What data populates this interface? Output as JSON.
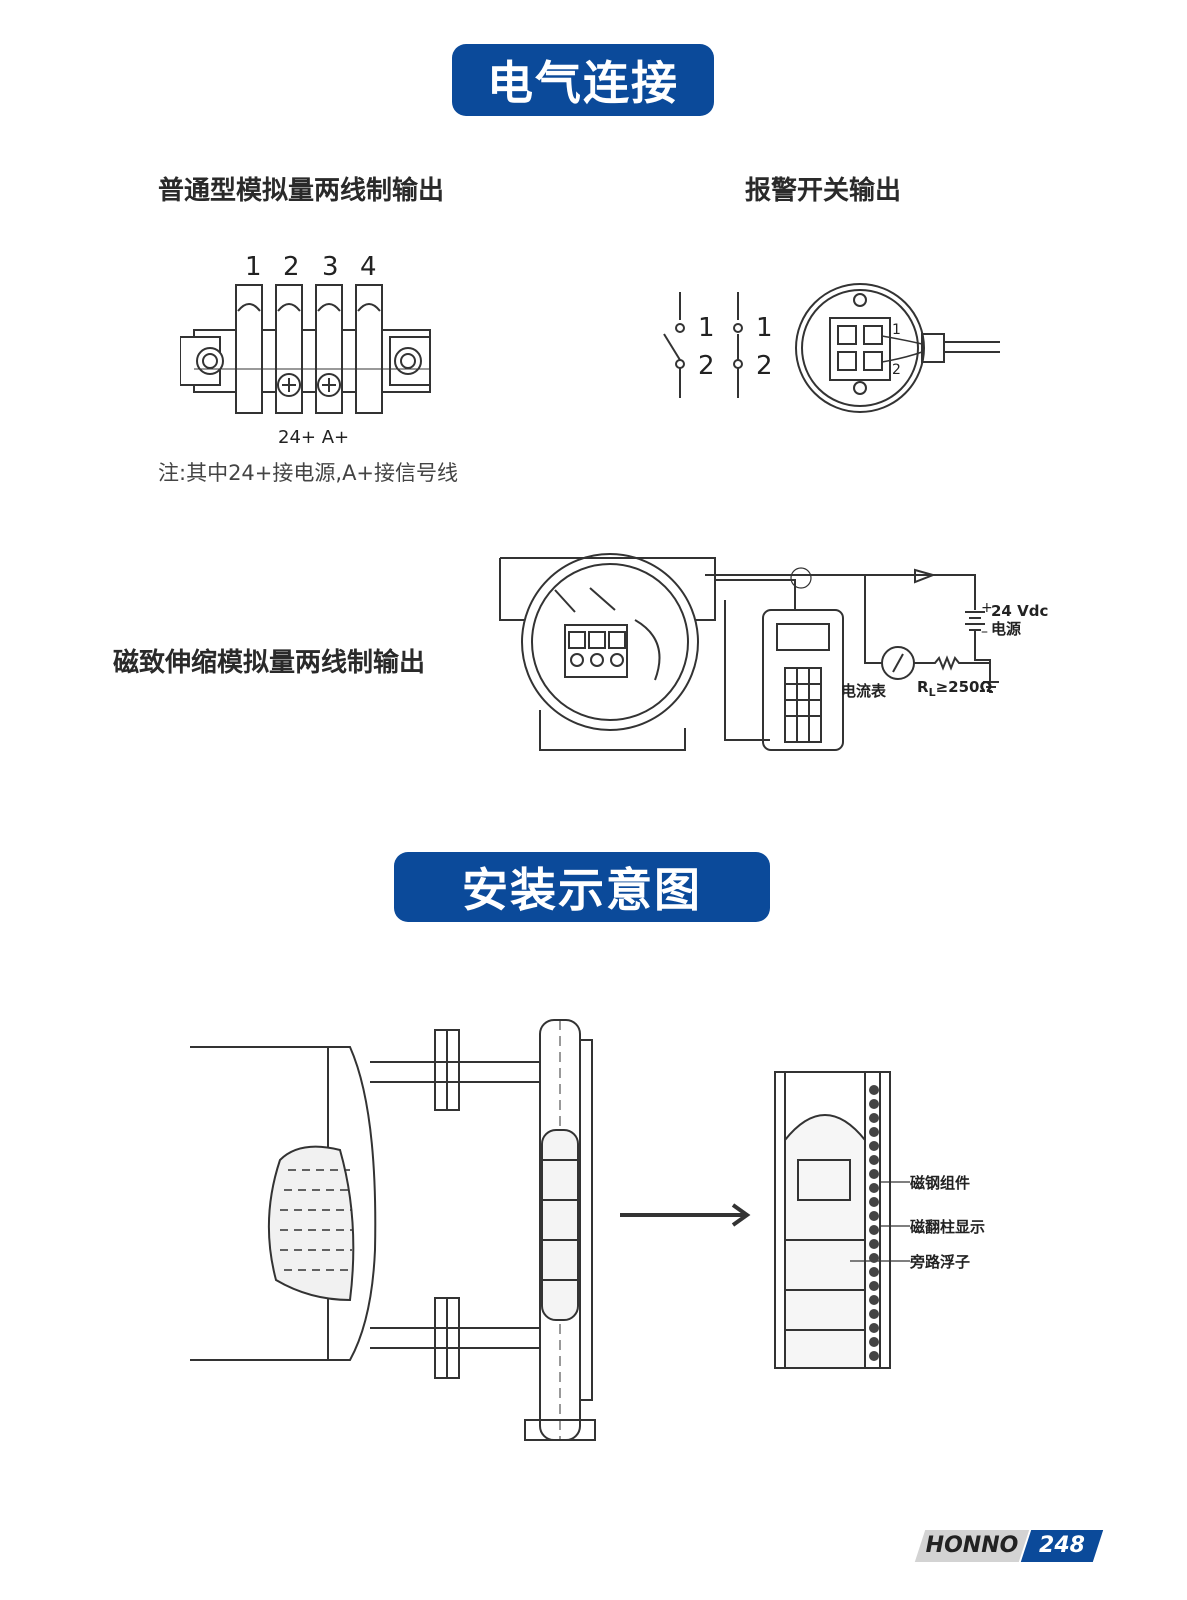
{
  "sections": {
    "electrical": "电气连接",
    "install": "安装示意图"
  },
  "electrical": {
    "two_wire_title": "普通型模拟量两线制输出",
    "alarm_title": "报警开关输出",
    "magnetostrictive_title": "磁致伸缩模拟量两线制输出",
    "terminal_numbers": [
      "1",
      "2",
      "3",
      "4"
    ],
    "terminal_bottom": "24+  A+",
    "note": "注:其中24+接电源,A+接信号线",
    "switch_labels": [
      "1",
      "2",
      "1",
      "2"
    ],
    "socket_labels": [
      "1",
      "2"
    ],
    "supply_label": "24 Vdc",
    "supply_sub": "电源",
    "meter_label": "电流表",
    "load_label": "R",
    "load_sub": "L",
    "load_value": "≥250Ω",
    "plus": "+",
    "minus": "–"
  },
  "install": {
    "callouts": [
      "磁钢组件",
      "磁翻柱显示",
      "旁路浮子"
    ]
  },
  "footer": {
    "brand": "HONNO",
    "page": "248"
  }
}
